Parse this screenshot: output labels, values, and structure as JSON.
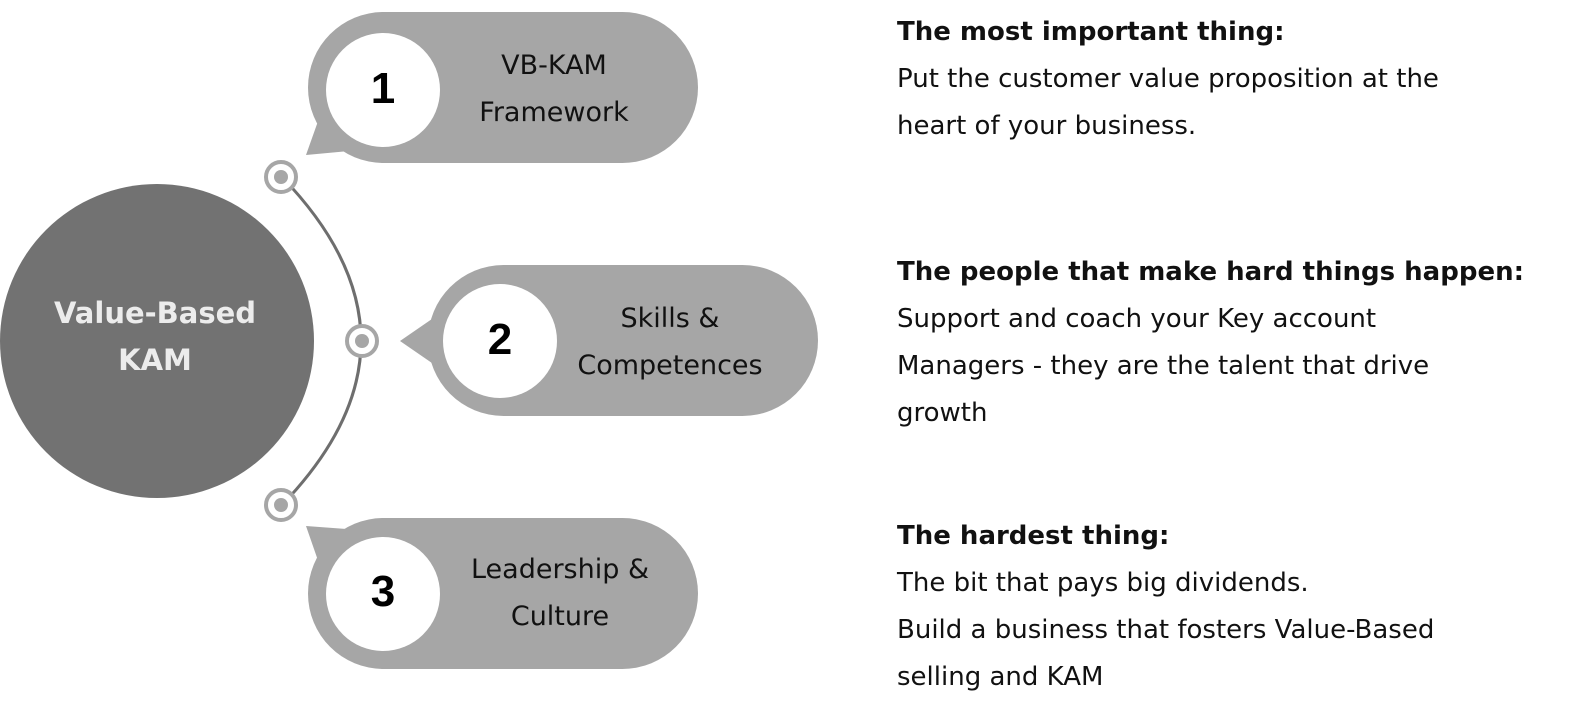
{
  "hub": {
    "line1": "Value-Based",
    "line2": "KAM"
  },
  "steps": [
    {
      "number": "1",
      "line1": "VB-KAM",
      "line2": "Framework"
    },
    {
      "number": "2",
      "line1": "Skills &",
      "line2": "Competences"
    },
    {
      "number": "3",
      "line1": "Leadership &",
      "line2": "Culture"
    }
  ],
  "descriptions": [
    {
      "heading": "The most important thing:",
      "lines": [
        "Put the customer value proposition at the",
        "heart of your business."
      ]
    },
    {
      "heading": "The people that make hard things happen:",
      "lines": [
        "Support and coach your Key account",
        "Managers - they are the talent that drive",
        "growth"
      ]
    },
    {
      "heading": "The hardest thing:",
      "lines": [
        "The bit that pays big dividends.",
        "Build a business that fosters Value-Based",
        "selling and KAM"
      ]
    }
  ],
  "colors": {
    "hub": "#727272",
    "pill": "#a6a6a6",
    "arc": "#6e6e6e"
  }
}
